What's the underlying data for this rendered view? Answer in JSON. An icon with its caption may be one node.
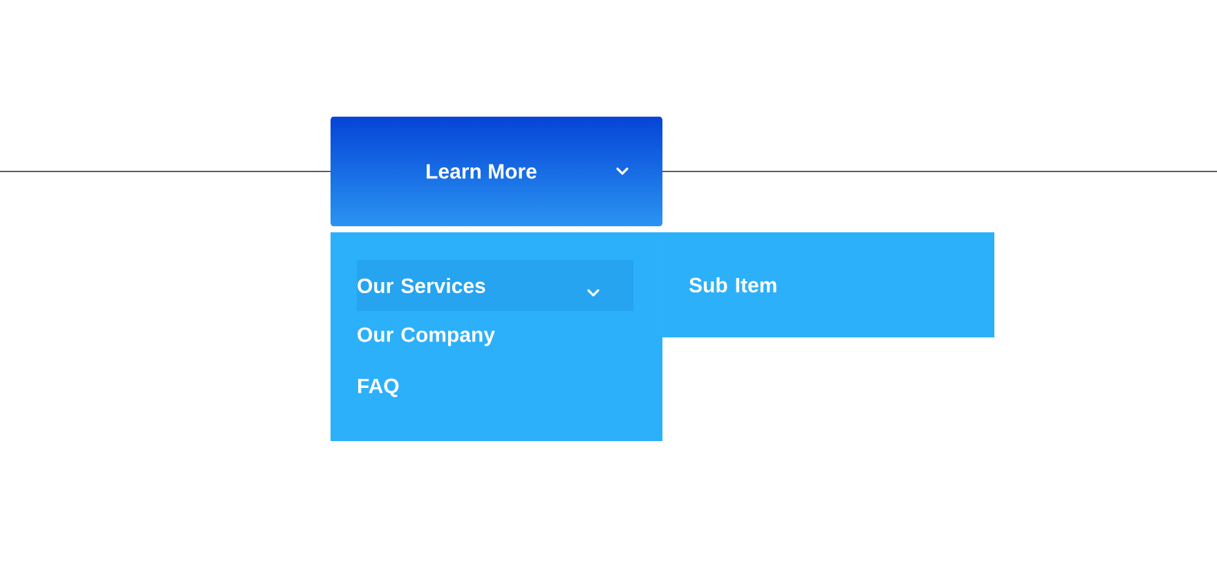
{
  "diagram": {
    "nodes": [
      {
        "text": [
          "Learn More"
        ]
      },
      {
        "text": [],
        "shape": "box"
      },
      {
        "text": [
          "Our Services"
        ],
        "in": 1
      },
      {
        "text": [
          "Our Company"
        ],
        "in": 1
      },
      {
        "text": [
          "FAQ"
        ],
        "in": 1
      },
      {
        "text": [
          "Sub Item"
        ]
      }
    ]
  }
}
